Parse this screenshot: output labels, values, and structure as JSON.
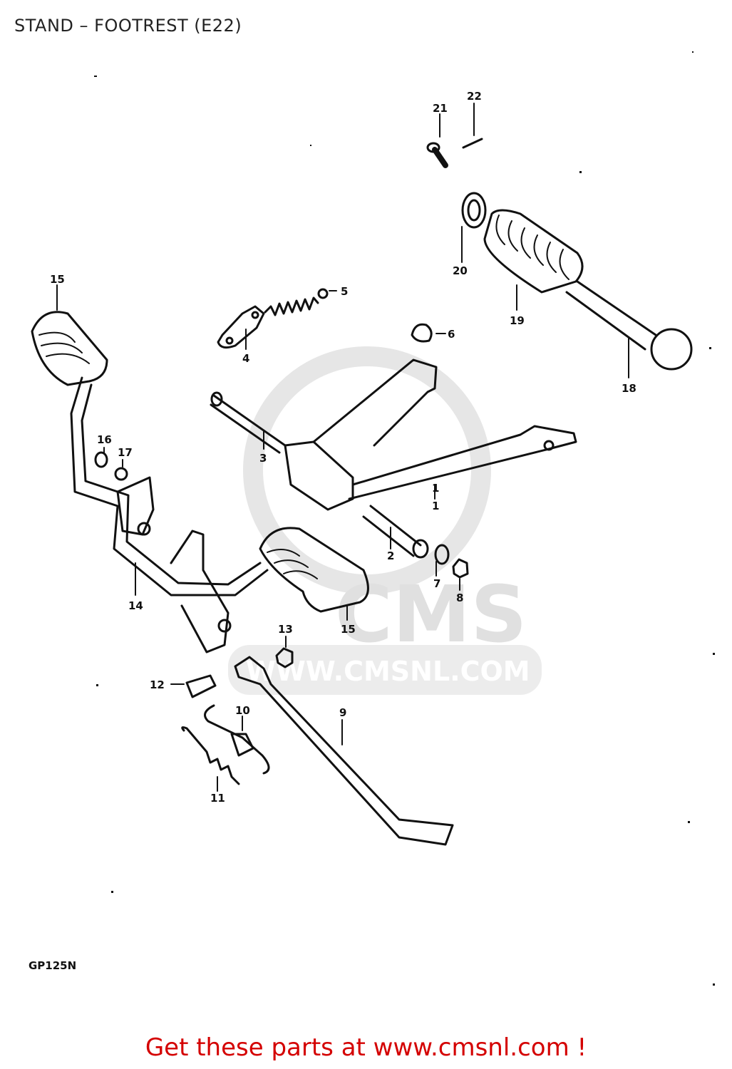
{
  "title": "STAND – FOOTREST (E22)",
  "model": "GP125N",
  "footer_text": "Get these parts at www.cmsnl.com !",
  "watermark": {
    "brand": "CMS",
    "url": "WWW.CMSNL.COM"
  },
  "part_numbers": {
    "p1a": "1",
    "p1b": "1",
    "p2": "2",
    "p3": "3",
    "p4": "4",
    "p5": "5",
    "p6": "6",
    "p7": "7",
    "p8": "8",
    "p9": "9",
    "p10": "10",
    "p11": "11",
    "p12": "12",
    "p13": "13",
    "p14": "14",
    "p15a": "15",
    "p15b": "15",
    "p16": "16",
    "p17": "17",
    "p18": "18",
    "p19": "19",
    "p20": "20",
    "p21": "21",
    "p22": "22"
  },
  "colors": {
    "line": "#111111",
    "footer": "#d40000",
    "watermark": "#e0e0e0"
  }
}
